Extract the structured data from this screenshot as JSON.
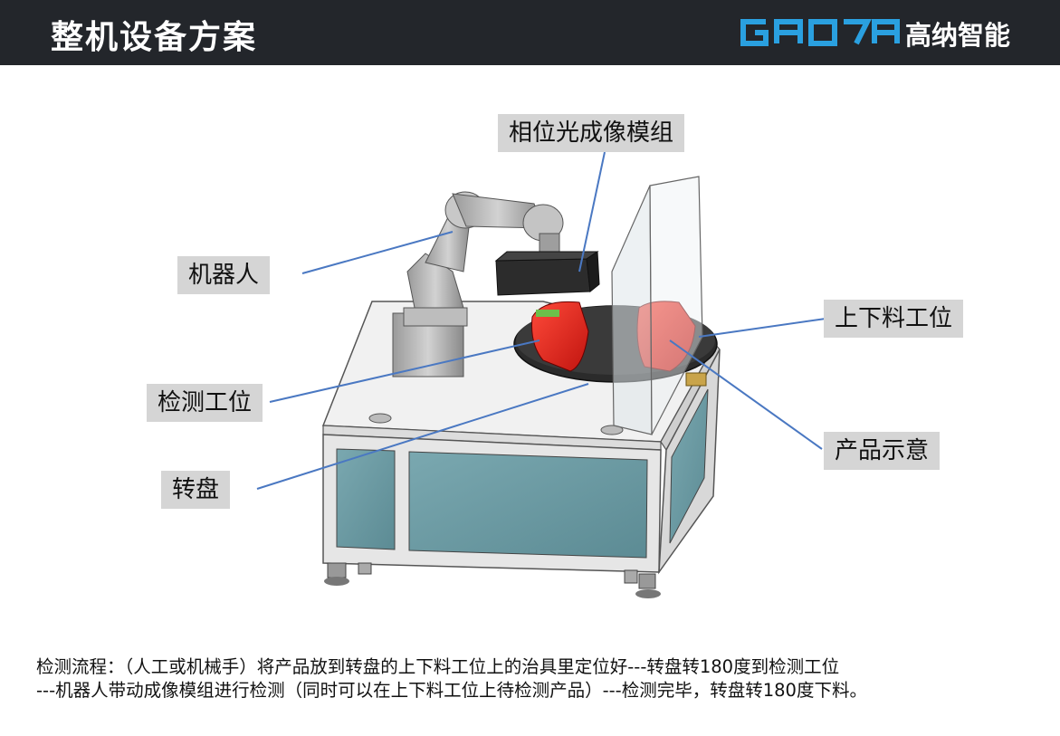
{
  "header": {
    "title": "整机设备方案",
    "logo_mark": "GAOTA",
    "logo_text": "高纳智能"
  },
  "callouts": {
    "camera_module": "相位光成像模组",
    "robot": "机器人",
    "loading_station": "上下料工位",
    "inspection_station": "检测工位",
    "product_sample": "产品示意",
    "turntable": "转盘"
  },
  "description": {
    "line1": "检测流程：（人工或机械手）将产品放到转盘的上下料工位上的治具里定位好---转盘转180度到检测工位",
    "line2": "---机器人带动成像模组进行检测（同时可以在上下料工位上待检测产品）---检测完毕，转盘转180度下料。"
  },
  "colors": {
    "header_bg": "#23262b",
    "logo_blue": "#2aa0e0",
    "callout_bg": "#d5d5d5",
    "leader_line": "#4a78c2",
    "product_red": "#e0201a",
    "panel_teal": "#6b9aa3"
  }
}
